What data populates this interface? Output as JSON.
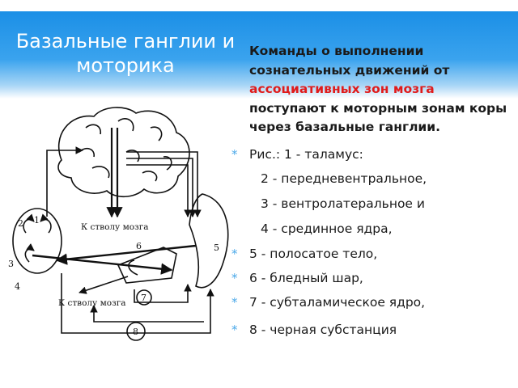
{
  "slide": {
    "title_line1": "Базальные ганглии и",
    "title_line2": "моторика",
    "intro": {
      "part1": "Команды о выполнении сознательных движений от ",
      "highlight": "ассоциативных зон мозга",
      "part2": " поступают к моторным зонам коры через базальные ганглии."
    },
    "legend": [
      {
        "text": "Рис.: 1 - таламус:",
        "bullet": true
      },
      {
        "text": "2 - передневентральное,",
        "bullet": false
      },
      {
        "text": "3 - вентролатеральное и",
        "bullet": false
      },
      {
        "text": "4 - срединное ядра,",
        "bullet": false
      },
      {
        "text": "5 - полосатое тело,",
        "bullet": true
      },
      {
        "text": "6 - бледный шар,",
        "bullet": true
      },
      {
        "text": "7 - субталамическое ядро,",
        "bullet": true
      },
      {
        "text": "8 - черная субстанция",
        "bullet": true
      }
    ],
    "bullet_glyph": "*"
  },
  "diagram": {
    "labels": {
      "n1": "1",
      "n2": "2",
      "n3": "3",
      "n4": "4",
      "n5": "5",
      "n6": "6",
      "n7": "7",
      "n8": "8",
      "brainstem_top": "К стволу мозга",
      "brainstem_bottom": "К стволу мозга"
    }
  },
  "colors": {
    "title_band": "#1b8fe6",
    "highlight": "#e01b1b",
    "bullet": "#4aa8e8"
  }
}
